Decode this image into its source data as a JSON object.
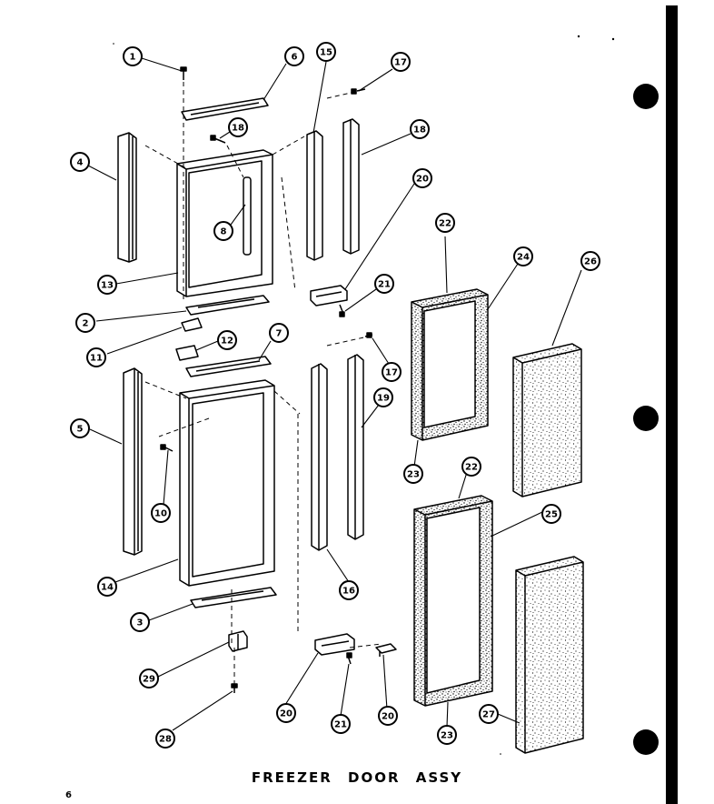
{
  "title": "FREEZER DOOR ASSY",
  "page_number": "6",
  "callouts": [
    {
      "label": "1",
      "part": "screw"
    },
    {
      "label": "6",
      "part": "top-bracket"
    },
    {
      "label": "15",
      "part": "side-trim"
    },
    {
      "label": "17",
      "part": "screw"
    },
    {
      "label": "18",
      "part": "screw"
    },
    {
      "label": "18",
      "part": "side-trim"
    },
    {
      "label": "4",
      "part": "side-trim"
    },
    {
      "label": "20",
      "part": "hinge-bracket"
    },
    {
      "label": "8",
      "part": "handle"
    },
    {
      "label": "13",
      "part": "door-frame"
    },
    {
      "label": "22",
      "part": "gasket-top"
    },
    {
      "label": "24",
      "part": "gasket"
    },
    {
      "label": "26",
      "part": "liner-panel"
    },
    {
      "label": "21",
      "part": "screw"
    },
    {
      "label": "2",
      "part": "bottom-bracket"
    },
    {
      "label": "12",
      "part": "plate"
    },
    {
      "label": "7",
      "part": "top-bracket"
    },
    {
      "label": "11",
      "part": "plate"
    },
    {
      "label": "17",
      "part": "screw"
    },
    {
      "label": "19",
      "part": "side-trim"
    },
    {
      "label": "5",
      "part": "side-trim"
    },
    {
      "label": "23",
      "part": "gasket-bottom"
    },
    {
      "label": "22",
      "part": "gasket-top"
    },
    {
      "label": "10",
      "part": "screw"
    },
    {
      "label": "25",
      "part": "gasket"
    },
    {
      "label": "14",
      "part": "door-frame"
    },
    {
      "label": "16",
      "part": "side-trim"
    },
    {
      "label": "3",
      "part": "bottom-bracket"
    },
    {
      "label": "29",
      "part": "hinge"
    },
    {
      "label": "20",
      "part": "hinge-bracket"
    },
    {
      "label": "21",
      "part": "screw"
    },
    {
      "label": "20",
      "part": "hinge-bracket"
    },
    {
      "label": "23",
      "part": "gasket-bottom"
    },
    {
      "label": "27",
      "part": "liner-panel"
    },
    {
      "label": "28",
      "part": "screw"
    }
  ]
}
